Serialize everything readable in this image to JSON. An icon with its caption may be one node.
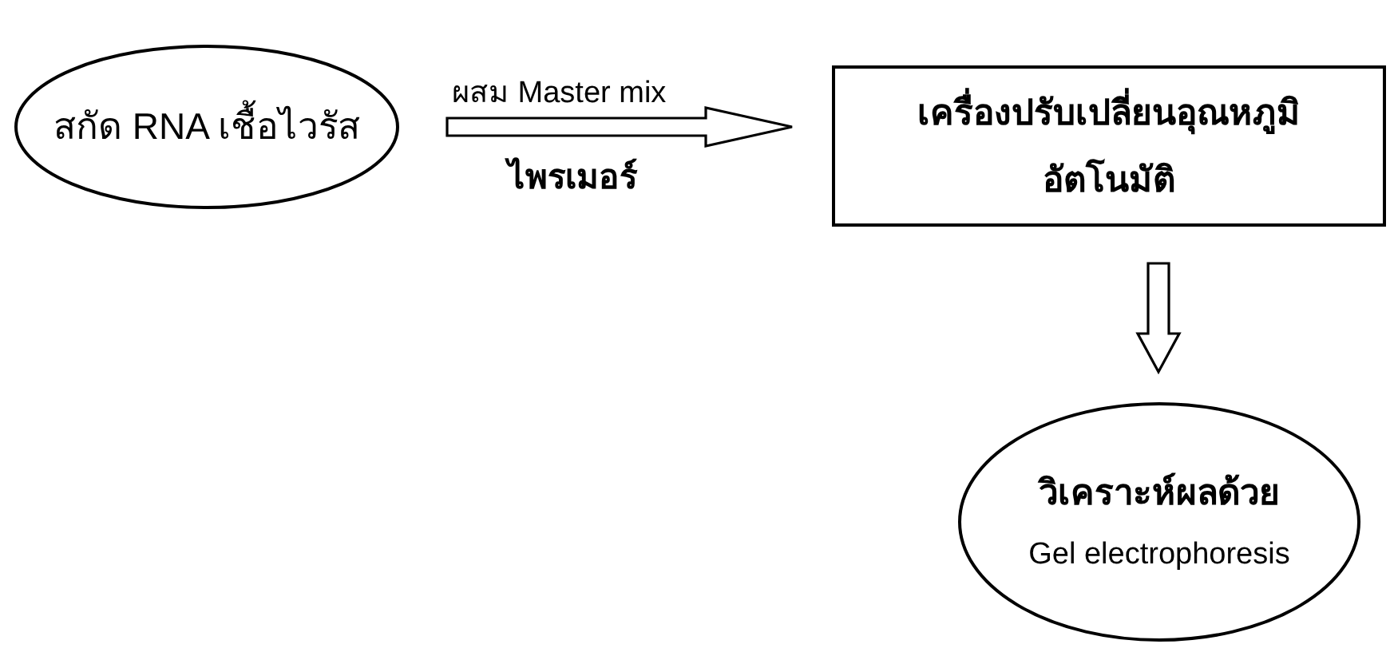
{
  "diagram": {
    "nodes": [
      {
        "text": [
          "สกัด RNA เชื้อไวรัส"
        ]
      },
      {
        "text": [
          "เครื่องปรับเปลี่ยนอุณหภูมิอัตโนมัติ"
        ]
      },
      {
        "text": [
          "วิเคราะห์ผลด้วย",
          "Gel electrophoresis"
        ]
      }
    ],
    "edges": [
      {
        "from": 0,
        "to": 1,
        "arrow": "to",
        "label": "ผสม Master mix"
      },
      {
        "from": 1,
        "to": 2,
        "arrow": "to"
      }
    ],
    "labels": [
      "ไพรเมอร์"
    ]
  }
}
